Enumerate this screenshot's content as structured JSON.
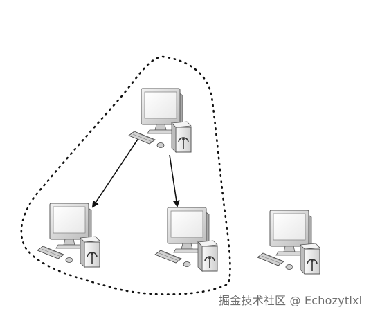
{
  "diagram": {
    "nodes": [
      {
        "id": "source-pc",
        "icon": "desktop-computer-icon",
        "in_group": true
      },
      {
        "id": "member-pc-left",
        "icon": "desktop-computer-icon",
        "in_group": true
      },
      {
        "id": "member-pc-middle",
        "icon": "desktop-computer-icon",
        "in_group": true
      },
      {
        "id": "outside-pc",
        "icon": "desktop-computer-icon",
        "in_group": false
      }
    ],
    "edges": [
      {
        "from": "source-pc",
        "to": "member-pc-left",
        "style": "arrow"
      },
      {
        "from": "source-pc",
        "to": "member-pc-middle",
        "style": "arrow"
      }
    ],
    "group": {
      "style": "dotted-outline",
      "members": [
        "source-pc",
        "member-pc-left",
        "member-pc-middle"
      ]
    },
    "colors": {
      "stroke": "#111111",
      "monitor": "#dcdcdc",
      "screen": "#f7f7f7",
      "case": "#e6e6e6"
    }
  },
  "watermark": "掘金技术社区 @ Echozytlxl"
}
